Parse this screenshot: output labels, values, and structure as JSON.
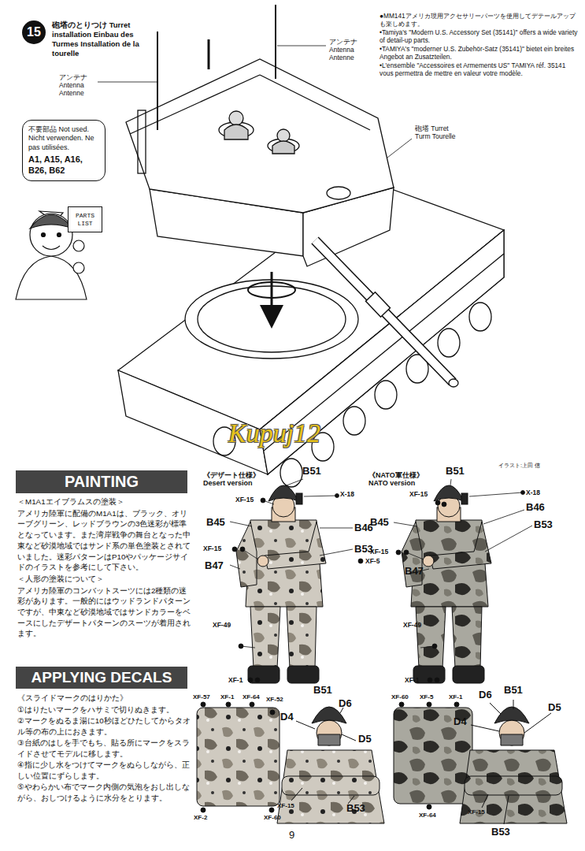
{
  "diagram": {
    "title": "砲塔のとりつけ Turret installation Einbau des Turmes Installation de la tourelle",
    "nodes": [
      {
        "text": [
          "15"
        ]
      },
      {
        "text": [
          "不要部品 Not used. Nicht verwenden. Ne pas utilisées.",
          "A1, A15, A16, B26, B62"
        ]
      },
      {
        "text": [
          "PARTS LIST"
        ]
      },
      {
        "text": [
          "PAINTING"
        ]
      },
      {
        "text": [
          "APPLYING DECALS"
        ]
      }
    ],
    "labels": [
      "アンテナ Antenna Antenne",
      "アンテナ Antenna Antenne",
      "砲塔 Turret Turm Tourelle",
      "●MM141アメリカ現用アクセサリーパーツを使用してデテールアップも楽しめます。",
      "•Tamiya's \"Modern U.S. Accessory Set (35141)\" offers a wide variety of detail-up parts.",
      "•TAMIYA's \"moderner U.S. Zubehör-Satz (35141)\" bietet ein breites Angebot an Zusatzteilen.",
      "•L'ensemble \"Accessoires et Armements US\" TAMIYA réf. 35141 vous permettra de mettre en valeur votre modèle.",
      "Kupuj12",
      "イラスト:上田 信",
      "＜M1A1エイブラムスの塗装＞",
      "アメリカ陸軍に配備のM1A1は、ブラック、オリーブグリーン、レッドブラウンの3色迷彩が標準となっています。また湾岸戦争の舞台となった中東など砂漠地域ではサンド系の単色塗装とされていました。迷彩パターンはP10やパッケージサイドのイラストを参考にして下さい。",
      "＜人形の塗装について＞",
      "アメリカ陸軍のコンバットスーツには2種類の迷彩があります。一般的にはウッドランドパターンですが、中東など砂漠地域ではサンドカラーをベースにしたデザートパターンのスーツが着用されます。",
      "《スライドマークのはりかた》",
      "①はりたいマークをハサミで切りぬきます。",
      "②マークをぬるま湯に10秒ほどひたしてからタオル等の布の上におきます。",
      "③台紙のはしを手でもち、貼る所にマークをスライドさせてモデルに移します。",
      "④指に少し水をつけてマークをぬらしながら、正しい位置にずらします。",
      "⑤やわらかい布でマーク内側の気泡をおし出しながら、おしつけるように水分をとります。",
      "《デザート仕様》",
      "Desert version",
      "《NATO軍仕様》",
      "NATO version",
      "B51",
      "X-18",
      "XF-15",
      "B45",
      "B46",
      "XF-15",
      "B53",
      "XF-5",
      "B47",
      "XF-49",
      "XF-1",
      "B51",
      "X-18",
      "XF-15",
      "B46",
      "B45",
      "B53",
      "XF-15",
      "B47",
      "XF-49",
      "XF-1",
      "XF-57",
      "XF-1",
      "XF-64",
      "XF-52",
      "XF-2",
      "XF-60",
      "B51",
      "D6",
      "D4",
      "D5",
      "XF-15",
      "B53",
      "XF-60",
      "XF-5",
      "XF-1",
      "XF-64",
      "D6",
      "B51",
      "D5",
      "D4",
      "XF-15",
      "B53",
      "9"
    ]
  }
}
